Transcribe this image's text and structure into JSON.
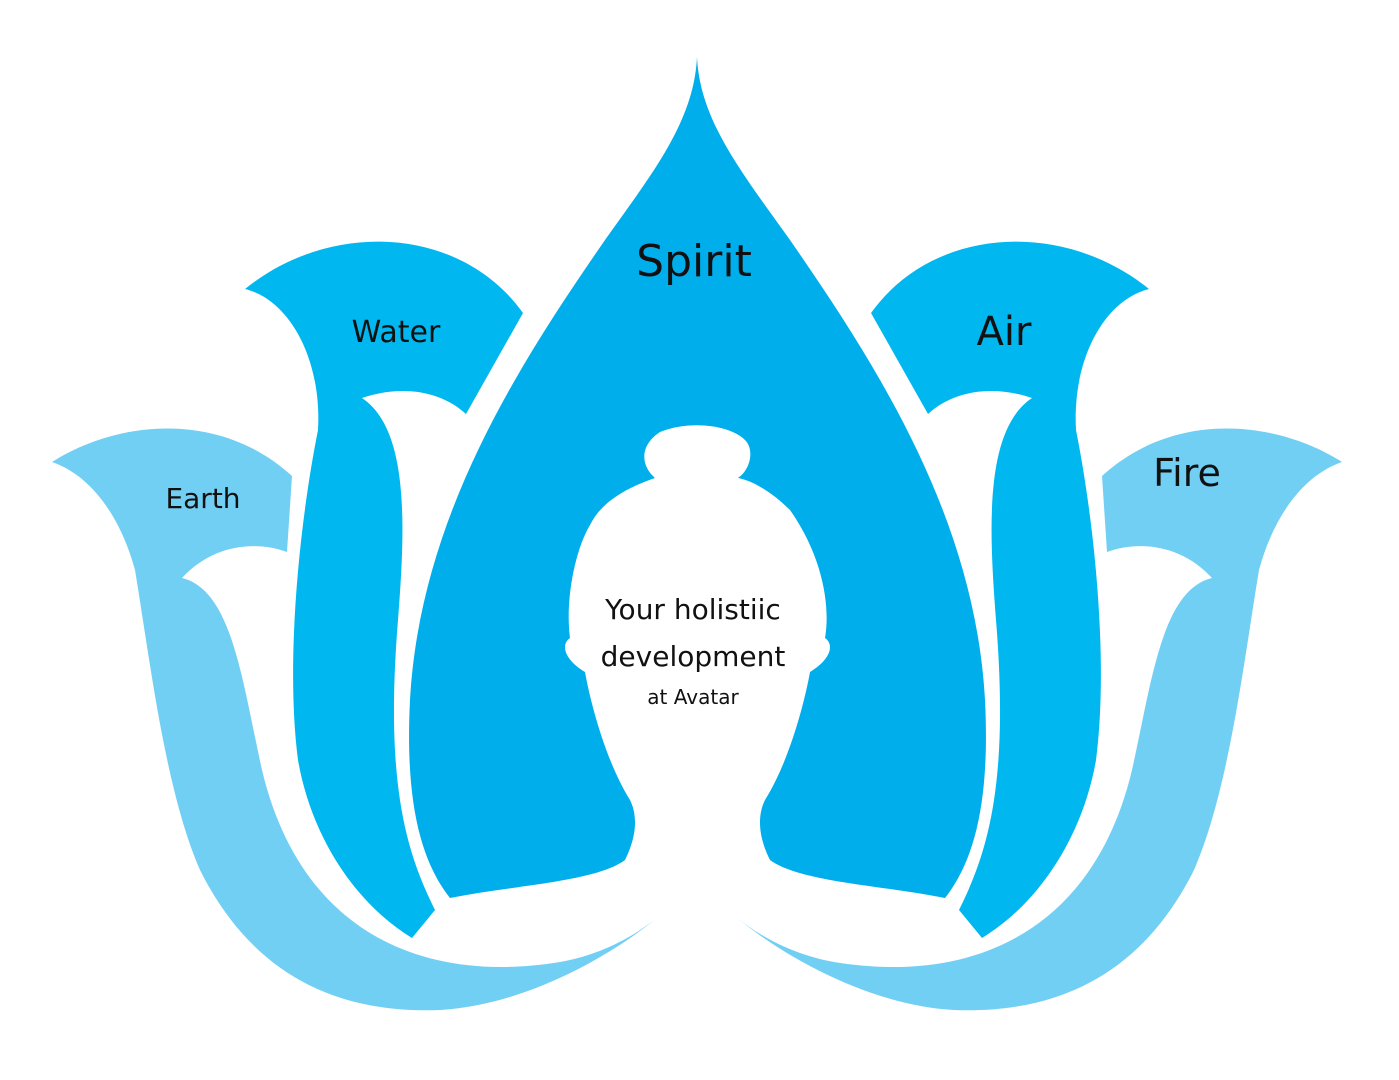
{
  "petals": {
    "spirit": "Spirit",
    "water": "Water",
    "air": "Air",
    "earth": "Earth",
    "fire": "Fire"
  },
  "center": {
    "line1": "Your holistiic",
    "line2": "development",
    "line3": "at Avatar"
  },
  "colors": {
    "outer": "#72cff4",
    "middle": "#00b8ef",
    "spirit": "#00aeec",
    "background": "#ffffff"
  }
}
